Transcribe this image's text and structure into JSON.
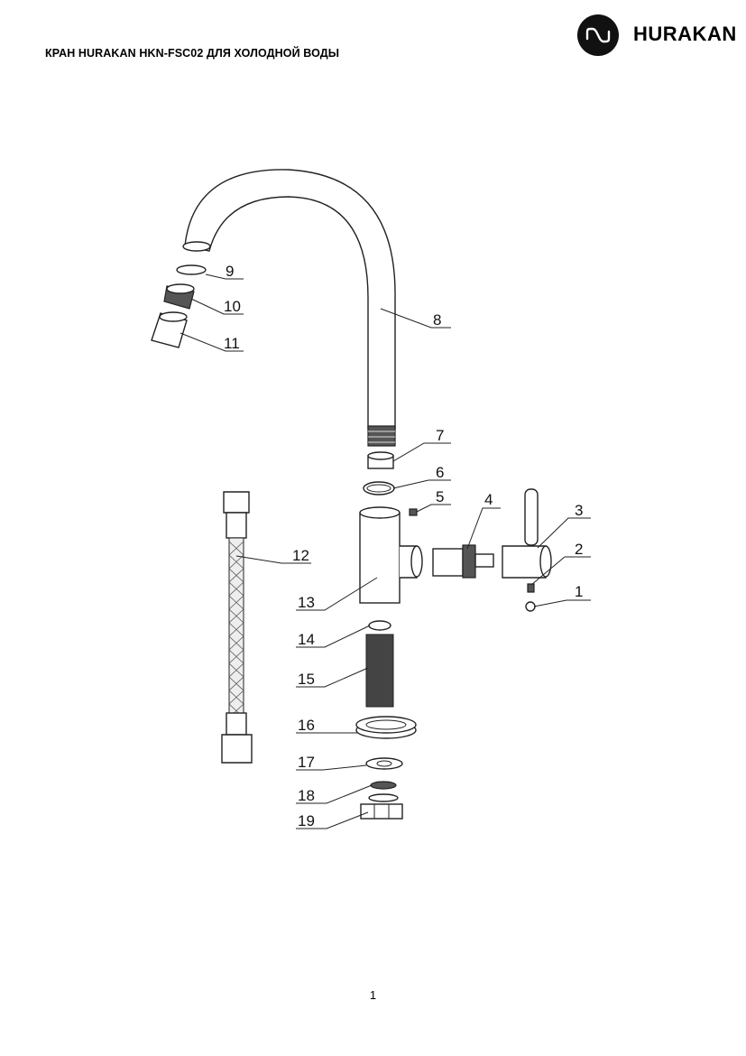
{
  "header": {
    "title": "КРАН HURAKAN HKN-FSC02 ДЛЯ ХОЛОДНОЙ ВОДЫ"
  },
  "logo": {
    "text": "HURAKAN",
    "icon": "hurakan-logo-icon"
  },
  "diagram": {
    "callouts": [
      "1",
      "2",
      "3",
      "4",
      "5",
      "6",
      "7",
      "8",
      "9",
      "10",
      "11",
      "12",
      "13",
      "14",
      "15",
      "16",
      "17",
      "18",
      "19"
    ]
  },
  "footer": {
    "page_number": "1"
  }
}
